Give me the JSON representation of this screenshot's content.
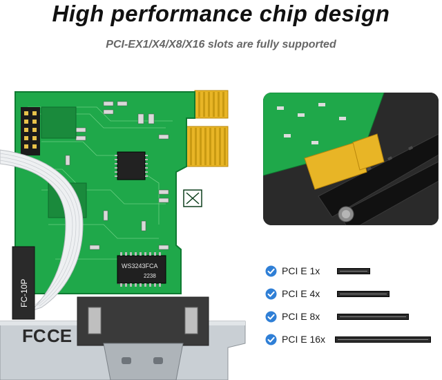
{
  "header": {
    "title": "High performance chip design",
    "subtitle": "PCI-EX1/X4/X8/X16 slots are fully supported"
  },
  "board": {
    "chip_marking_1": "WS3243FCA",
    "chip_marking_2": "2238",
    "connector_label": "FC-10P",
    "cert_mark": "FC",
    "ce_mark": "CE"
  },
  "slots": {
    "items": [
      {
        "label": "PCI E 1x",
        "length_fraction": 0.25
      },
      {
        "label": "PCI E 4x",
        "length_fraction": 0.4
      },
      {
        "label": "PCI E 8x",
        "length_fraction": 0.55
      },
      {
        "label": "PCI E 16x",
        "length_fraction": 1.0
      }
    ],
    "check_color": "#2f7fd6",
    "bar_color": "#2b2b2b"
  },
  "colors": {
    "pcb_green": "#1fa84a",
    "gold_contacts": "#e8b526",
    "bracket_silver": "#c9cfd4",
    "title_text": "#111111",
    "subtitle_text": "#666666"
  }
}
